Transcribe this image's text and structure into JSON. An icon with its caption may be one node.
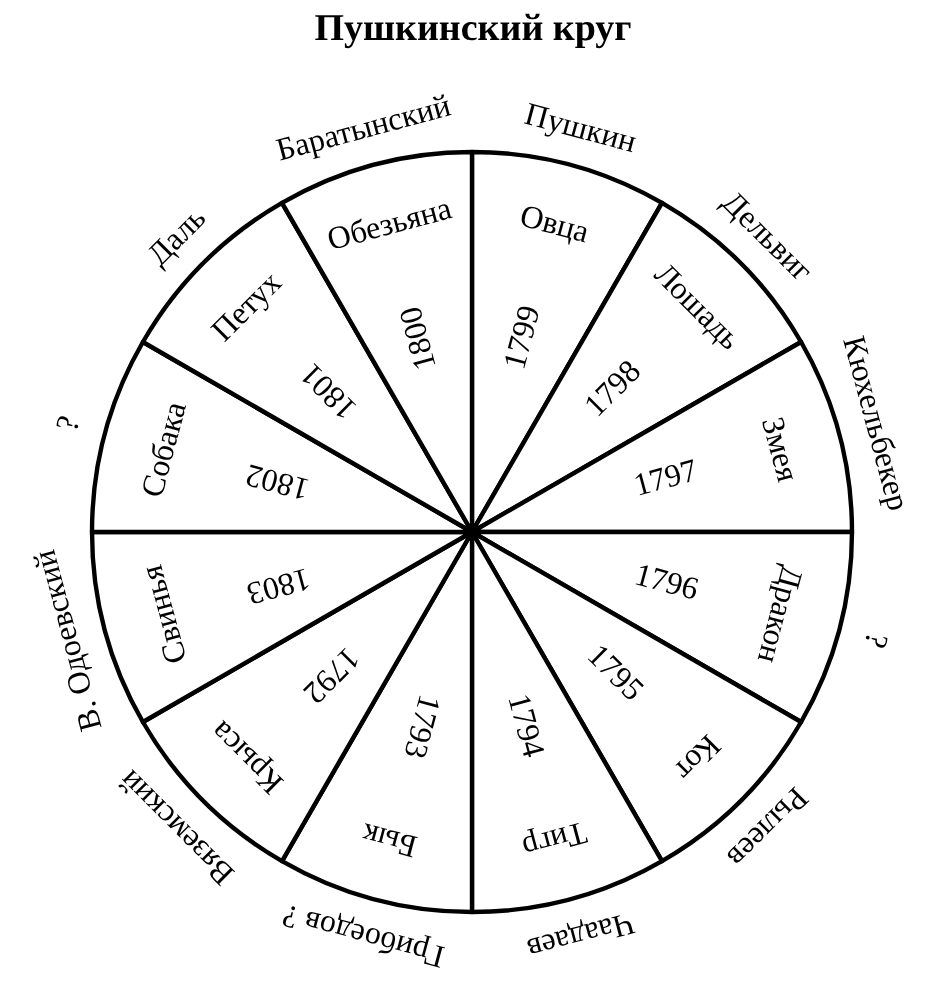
{
  "diagram": {
    "title": "Пушкинский круг",
    "nodes": [
      {
        "text": [
          "Овца",
          "1799"
        ],
        "beside": [
          "Пушкин"
        ]
      },
      {
        "text": [
          "Лошадь",
          "1798"
        ],
        "beside": [
          "Дельвиг"
        ]
      },
      {
        "text": [
          "Змея",
          "1797"
        ],
        "beside": [
          "Кюхельбекер"
        ]
      },
      {
        "text": [
          "Дракон",
          "1796"
        ],
        "beside": [
          "?"
        ]
      },
      {
        "text": [
          "Кот",
          "1795"
        ],
        "beside": [
          "Рылеев"
        ]
      },
      {
        "text": [
          "Тигр",
          "1794"
        ],
        "beside": [
          "Чаадаев"
        ]
      },
      {
        "text": [
          "Бык",
          "1793"
        ],
        "beside": [
          "Грибоедов ?"
        ]
      },
      {
        "text": [
          "Крыса",
          "1792"
        ],
        "beside": [
          "Вяземский"
        ]
      },
      {
        "text": [
          "Свинья",
          "1803"
        ],
        "beside": [
          "В. Одоевский"
        ]
      },
      {
        "text": [
          "Собака",
          "1802"
        ],
        "beside": [
          "?"
        ]
      },
      {
        "text": [
          "Петух",
          "1801"
        ],
        "beside": [
          "Даль"
        ]
      },
      {
        "text": [
          "Обезьяна",
          "1800"
        ],
        "beside": [
          "Баратынский"
        ]
      }
    ]
  }
}
